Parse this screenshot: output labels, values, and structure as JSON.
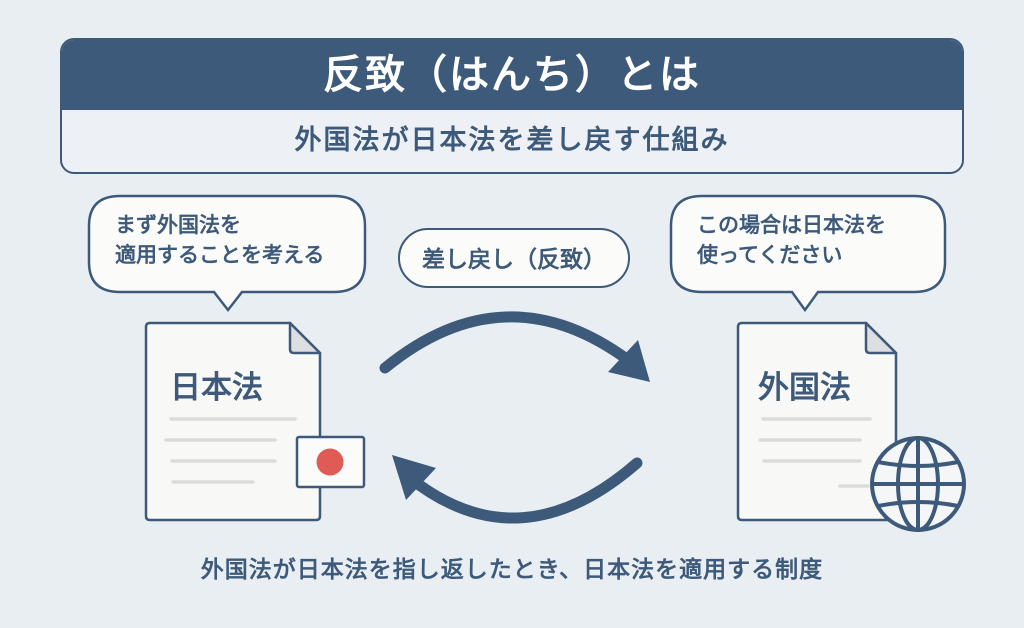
{
  "header": {
    "title": "反致（はんち）とは",
    "subtitle": "外国法が日本法を差し戻す仕組み"
  },
  "bubbles": {
    "left": {
      "line1": "まず外国法を",
      "line2": "適用することを考える"
    },
    "right": {
      "line1": "この場合は日本法を",
      "line2": "使ってください"
    }
  },
  "center_label": "差し戻し（反致）",
  "documents": {
    "left": {
      "title": "日本法",
      "badge_icon": "japan-flag-icon"
    },
    "right": {
      "title": "外国法",
      "badge_icon": "globe-icon"
    }
  },
  "footer": "外国法が日本法を指し返したとき、日本法を適用する制度",
  "colors": {
    "primary": "#3d5a7a",
    "background": "#e9eef3",
    "flag_red": "#e05a56"
  }
}
